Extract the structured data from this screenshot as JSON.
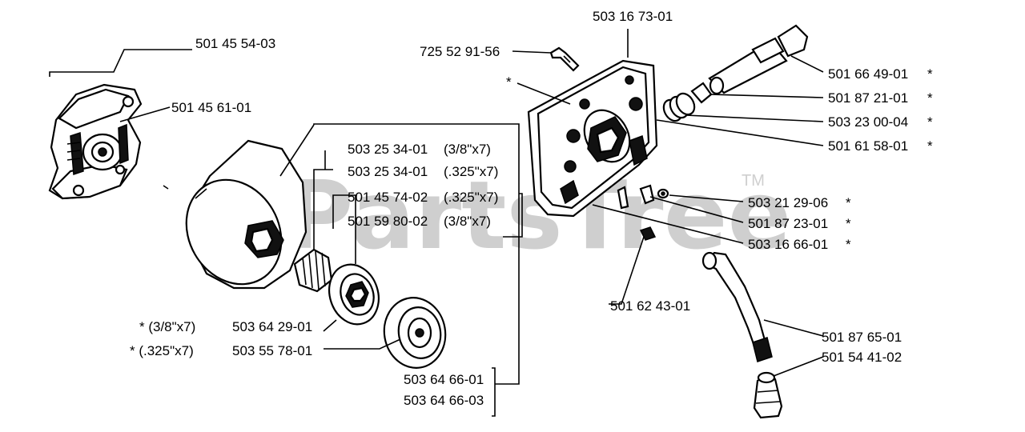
{
  "watermark": {
    "brand": "PartsTree",
    "trademark": "TM"
  },
  "labels": {
    "clutch_assembly": "501 45 54-03",
    "clutch_spring": "501 45 61-01",
    "oil_pump": "503 16 73-01",
    "screw": "725 52 91-56",
    "pump_star": "*",
    "pump_shaft": "501 66 49-01",
    "pump_piston": "501 87 21-01",
    "pump_spring": "503 23 00-04",
    "pump_plug": "501 61 58-01",
    "adj_screw": "503 21 29-06",
    "adj_spring": "501 87 23-01",
    "adj_pin": "503 16 66-01",
    "valve": "501 62 43-01",
    "oil_hose": "501 87 65-01",
    "oil_filter": "501 54 41-02",
    "drum_38": "503 25 34-01",
    "drum_38_size": "(3/8\"x7)",
    "drum_325": "503 25 34-01",
    "drum_325_size": "(.325\"x7)",
    "drum_b_325": "501 45 74-02",
    "drum_b_325_size": "(.325\"x7)",
    "drum_b_38": "501 59 80-02",
    "drum_b_38_size": "(3/8\"x7)",
    "rim_38_note": "* (3/8\"x7)",
    "rim_325_note": "* (.325\"x7)",
    "rim_38": "503 64 29-01",
    "rim_325": "503 55 78-01",
    "kit_1": "503 64 66-01",
    "kit_2": "503 64 66-03",
    "star_mark": "*"
  }
}
